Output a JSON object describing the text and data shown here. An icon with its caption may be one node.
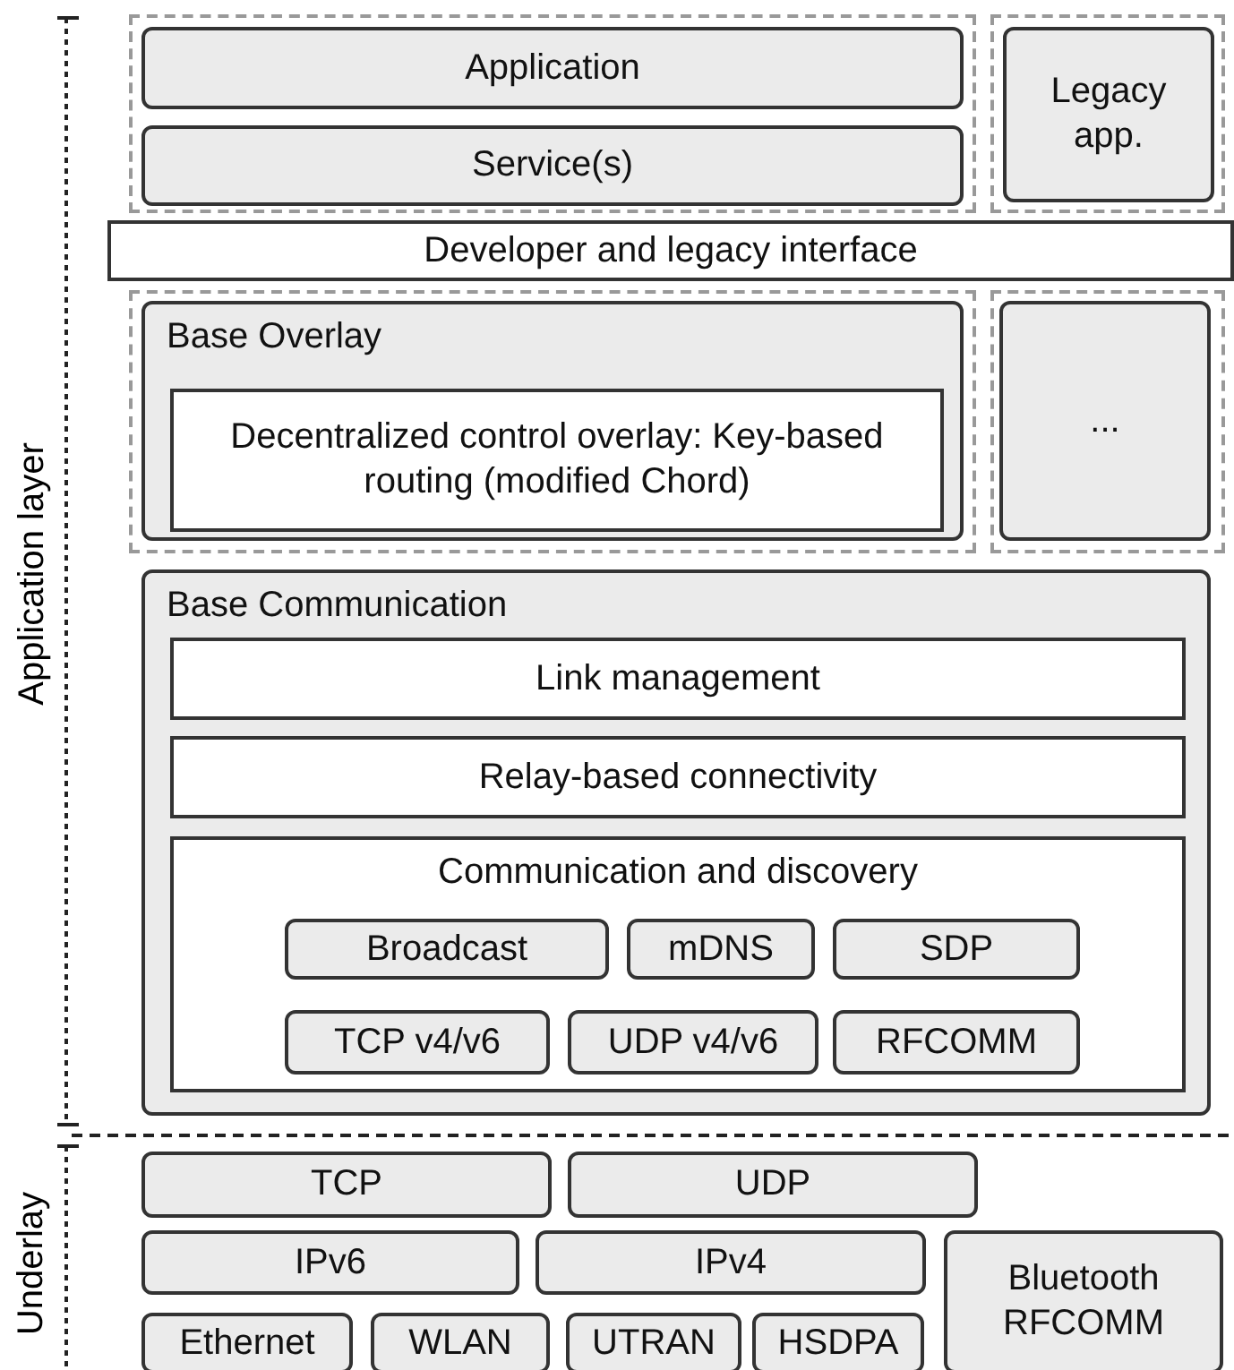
{
  "diagram": {
    "nodes": [
      {
        "text": [
          "Application"
        ]
      },
      {
        "text": [
          "Service(s)"
        ]
      },
      {
        "text": [
          "Legacy app."
        ]
      },
      {
        "text": [
          "Developer and legacy interface"
        ]
      },
      {
        "text": [
          "Base Overlay"
        ]
      },
      {
        "text": [
          "Decentralized control overlay: Key-based routing (modified Chord)"
        ],
        "in": 4
      },
      {
        "text": [
          "..."
        ]
      },
      {
        "text": [
          "Base Communication"
        ]
      },
      {
        "text": [
          "Link management"
        ],
        "in": 7
      },
      {
        "text": [
          "Relay-based connectivity"
        ],
        "in": 7
      },
      {
        "text": [
          "Communication and discovery"
        ],
        "in": 7
      },
      {
        "text": [
          "Broadcast"
        ],
        "in": 10
      },
      {
        "text": [
          "mDNS"
        ],
        "in": 10
      },
      {
        "text": [
          "SDP"
        ],
        "in": 10
      },
      {
        "text": [
          "TCP v4/v6"
        ],
        "in": 10
      },
      {
        "text": [
          "UDP v4/v6"
        ],
        "in": 10
      },
      {
        "text": [
          "RFCOMM"
        ],
        "in": 10
      },
      {
        "text": [
          "TCP"
        ]
      },
      {
        "text": [
          "UDP"
        ]
      },
      {
        "text": [
          "IPv6"
        ]
      },
      {
        "text": [
          "IPv4"
        ]
      },
      {
        "text": [
          "Bluetooth RFCOMM"
        ]
      },
      {
        "text": [
          "Ethernet"
        ]
      },
      {
        "text": [
          "WLAN"
        ]
      },
      {
        "text": [
          "UTRAN"
        ]
      },
      {
        "text": [
          "HSDPA"
        ]
      }
    ],
    "edges": [],
    "labels": [
      "Application layer",
      "Underlay"
    ]
  }
}
